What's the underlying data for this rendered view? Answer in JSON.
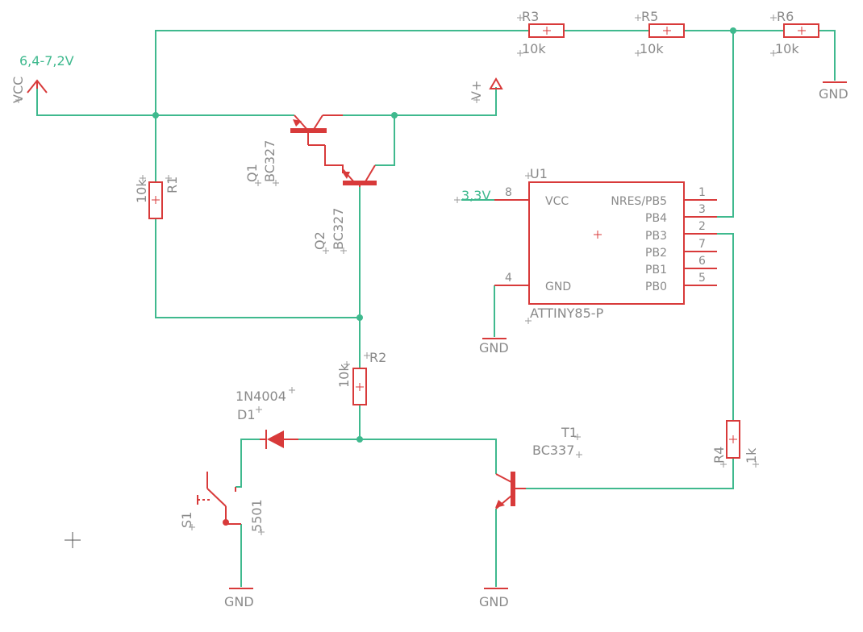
{
  "supply": {
    "vcc_value": "6,4-7,2V",
    "vcc_name": "VCC",
    "vplus_name": "V+",
    "mcu_supply": "3,3V"
  },
  "r1": {
    "name": "R1",
    "value": "10k"
  },
  "r2": {
    "name": "R2",
    "value": "10k"
  },
  "r3": {
    "name": "R3",
    "value": "10k"
  },
  "r4": {
    "name": "R4",
    "value": "1k"
  },
  "r5": {
    "name": "R5",
    "value": "10k"
  },
  "r6": {
    "name": "R6",
    "value": "10k"
  },
  "q1": {
    "name": "Q1",
    "value": "BC327"
  },
  "q2": {
    "name": "Q2",
    "value": "BC327"
  },
  "t1": {
    "name": "T1",
    "value": "BC337"
  },
  "d1": {
    "name": "D1",
    "value": "1N4004"
  },
  "s1": {
    "name": "S1",
    "value": "5501"
  },
  "u1": {
    "name": "U1",
    "value": "ATTINY85-P",
    "left_pins": [
      {
        "label": "VCC",
        "num": "8"
      },
      {
        "label": "GND",
        "num": "4"
      }
    ],
    "right_pins": [
      {
        "label": "NRES/PB5",
        "num": "1"
      },
      {
        "label": "PB4",
        "num": "3"
      },
      {
        "label": "PB3",
        "num": "2"
      },
      {
        "label": "PB2",
        "num": "7"
      },
      {
        "label": "PB1",
        "num": "6"
      },
      {
        "label": "PB0",
        "num": "5"
      }
    ]
  },
  "gnd_label": "GND"
}
